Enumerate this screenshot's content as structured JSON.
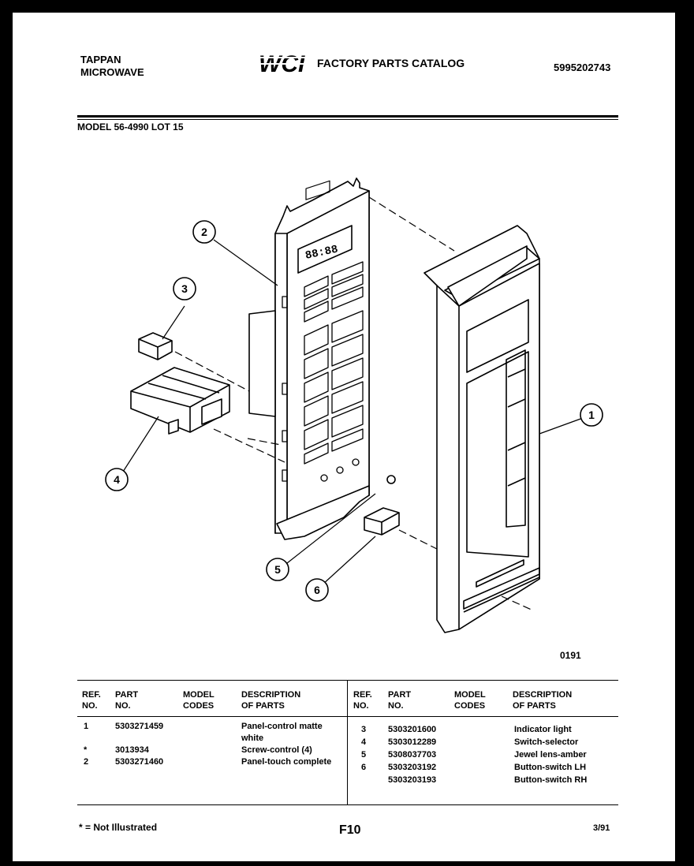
{
  "header": {
    "brand_line1": "TAPPAN",
    "brand_line2": "MICROWAVE",
    "logo_text": "WCI",
    "catalog_title": "FACTORY PARTS CATALOG",
    "catalog_number": "5995202743"
  },
  "model_line": "MODEL 56-4990 LOT 15",
  "drawing": {
    "callouts": [
      "1",
      "2",
      "3",
      "4",
      "5",
      "6"
    ],
    "display_text": "88:88",
    "drawing_code": "0191"
  },
  "table": {
    "headers": {
      "ref_line1": "REF.",
      "ref_line2": "NO.",
      "part_line1": "PART",
      "part_line2": "NO.",
      "model_line1": "MODEL",
      "model_line2": "CODES",
      "desc_line1": "DESCRIPTION",
      "desc_line2": "OF PARTS"
    },
    "left_rows": [
      {
        "ref": "1",
        "part": "5303271459",
        "desc": "Panel-control matte"
      },
      {
        "ref": "",
        "part": "",
        "desc": "white"
      },
      {
        "ref": "*",
        "part": "3013934",
        "desc": "Screw-control (4)"
      },
      {
        "ref": "2",
        "part": "5303271460",
        "desc": "Panel-touch complete"
      }
    ],
    "right_rows": [
      {
        "ref": "3",
        "part": "5303201600",
        "desc": "Indicator light"
      },
      {
        "ref": "4",
        "part": "5303012289",
        "desc": "Switch-selector"
      },
      {
        "ref": "5",
        "part": "5308037703",
        "desc": "Jewel lens-amber"
      },
      {
        "ref": "6",
        "part": "5303203192",
        "desc": "Button-switch LH"
      },
      {
        "ref": "",
        "part": "5303203193",
        "desc": "Button-switch RH"
      }
    ]
  },
  "footer": {
    "note": "* = Not Illustrated",
    "page": "F10",
    "date": "3/91"
  }
}
